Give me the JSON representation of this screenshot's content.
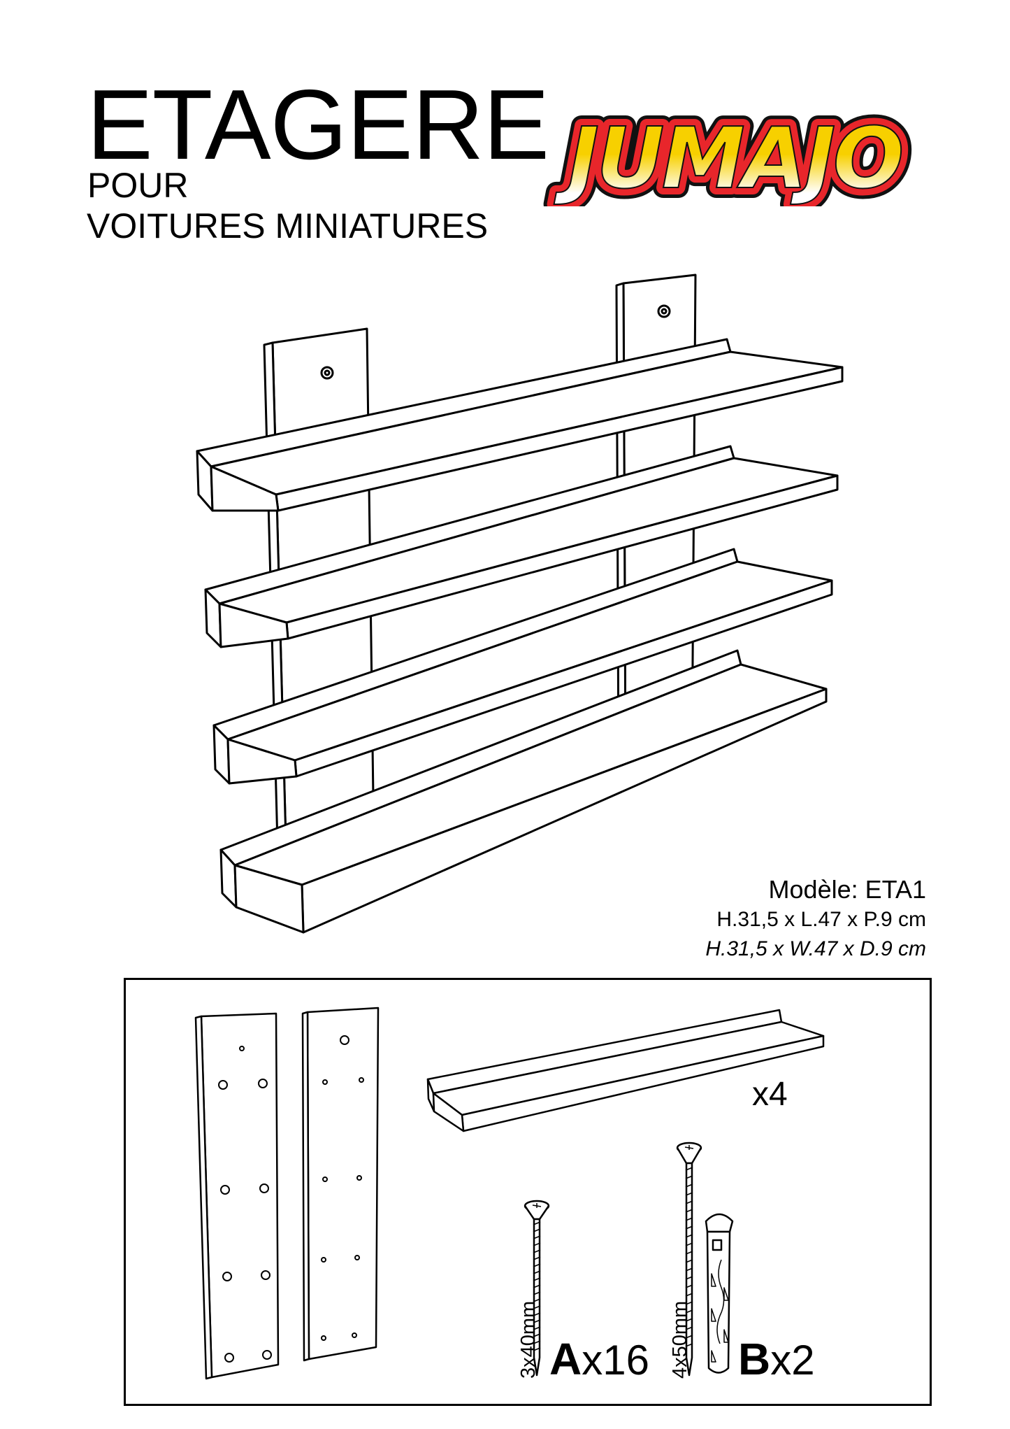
{
  "header": {
    "title": "ETAGERE",
    "subtitle_line1": "POUR",
    "subtitle_line2": "VOITURES MINIATURES",
    "logo_text": "JUMAJO"
  },
  "model": {
    "name": "Modèle: ETA1",
    "dimensions_fr": "H.31,5 x L.47 x P.9 cm",
    "dimensions_en": "H.31,5 x W.47 x D.9 cm"
  },
  "parts": {
    "shelf_qty": "x4",
    "screw_a": {
      "size": "3x40mm",
      "letter": "A",
      "qty": "x16"
    },
    "screw_b": {
      "size": "4x50mm",
      "letter": "B",
      "qty": "x2"
    }
  },
  "colors": {
    "logo_red": "#e8262b",
    "logo_yellow": "#f7d000",
    "ink": "#000000"
  }
}
